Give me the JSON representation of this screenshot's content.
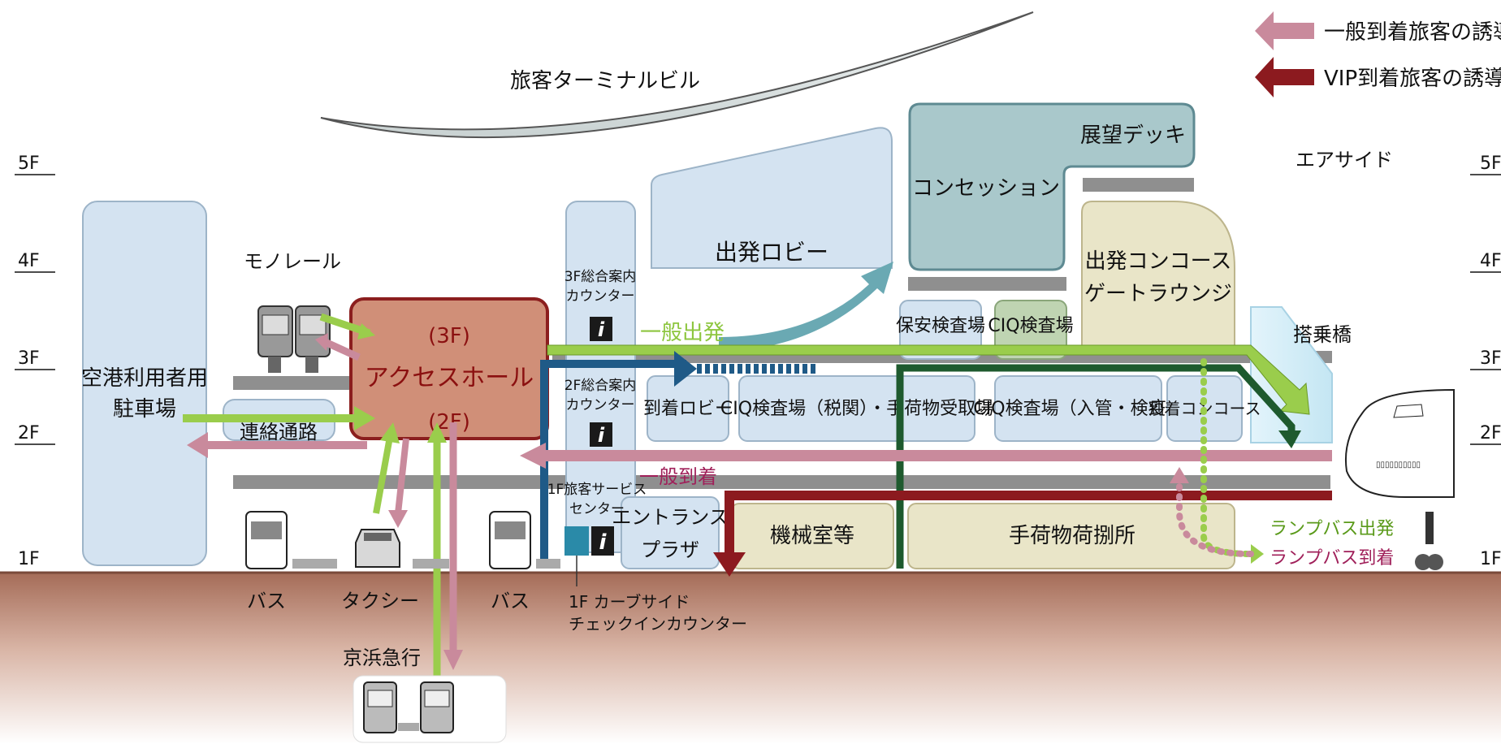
{
  "legend": {
    "general_arrival": "一般到着旅客の誘導",
    "vip_arrival": "VIP到着旅客の誘導"
  },
  "floors": {
    "f5": "5F",
    "f4": "4F",
    "f3": "3F",
    "f2": "2F",
    "f1": "1F"
  },
  "labels": {
    "terminal_building": "旅客ターミナルビル",
    "airside": "エアサイド",
    "observation_deck": "展望デッキ",
    "concession": "コンセッション",
    "departure_lobby": "出発ロビー",
    "departure_concourse": "出発コンコース",
    "gate_lounge": "ゲートラウンジ",
    "security_check": "保安検査場",
    "ciq_check": "CIQ検査場",
    "boarding_bridge": "搭乗橋",
    "parking_line1": "空港利用者用",
    "parking_line2": "駐車場",
    "monorail": "モノレール",
    "access_hall_3f": "(3F)",
    "access_hall_name": "アクセスホール",
    "access_hall_2f": "(2F)",
    "connecting_passage": "連絡通路",
    "info_3f_line1": "3F総合案内",
    "info_3f_line2": "カウンター",
    "info_2f_line1": "2F総合案内",
    "info_2f_line2": "カウンター",
    "info_1f_line1": "1F旅客サービス",
    "info_1f_line2": "センター",
    "info_icon": "i",
    "general_departure": "一般出発",
    "general_arrival_flow": "一般到着",
    "arrival_lobby": "到着ロビー",
    "ciq_customs": "CIQ検査場（税関）・手荷物受取場",
    "ciq_immigration": "CIQ検査場（入管・検疫）",
    "arrival_concourse": "到着コンコース",
    "entrance_plaza_line1": "エントランス",
    "entrance_plaza_line2": "プラザ",
    "machine_room": "機械室等",
    "baggage_handling": "手荷物荷捌所",
    "ramp_bus_departure": "ランプバス出発",
    "ramp_bus_arrival": "ランプバス到着",
    "bus_left": "バス",
    "taxi": "タクシー",
    "bus_right": "バス",
    "curbside_line1": "1F カーブサイド",
    "curbside_line2": "チェックインカウンター",
    "keikyu": "京浜急行",
    "plane_windows": "▯▯▯▯▯▯▯▯▯▯"
  },
  "colors": {
    "pink_arrow": "#c98a9c",
    "vip_arrow": "#8c1a1f",
    "green_arrow": "#9acd4c",
    "blue_arrow": "#1f5a87",
    "dark_green_arrow": "#1e5a2e",
    "teal_arrow": "#6aa9b3",
    "ground": "#b07562",
    "access_hall": "#d08f78",
    "light_blue_box": "#d4e3f1",
    "teal_box": "#a9c8cb",
    "beige_box": "#e9e5c8",
    "slab": "#8c8c8c"
  }
}
